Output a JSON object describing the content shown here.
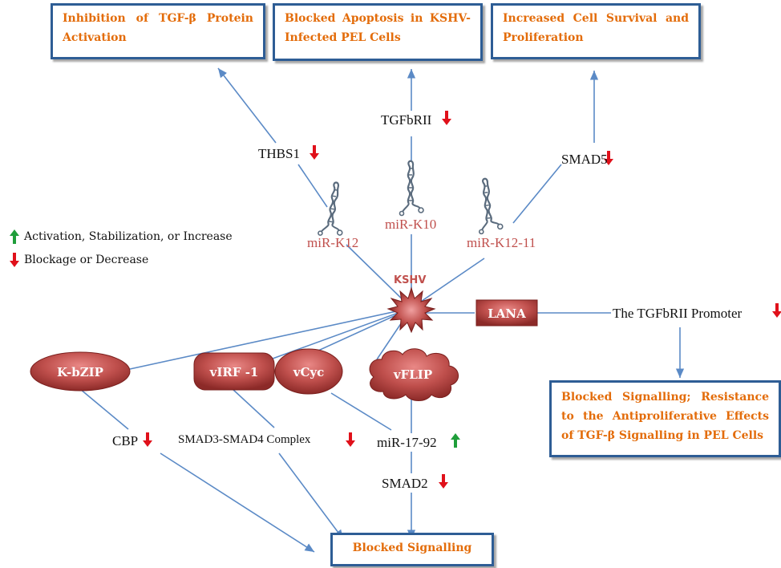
{
  "outcome_boxes": {
    "tgf_inhibition": "Inhibition of TGF-β Protein Activation",
    "blocked_apoptosis": "Blocked Apoptosis in KSHV-Infected PEL Cells",
    "cell_survival": "Increased Cell Survival and Proliferation",
    "resistance": "Blocked Signalling; Resistance to the Antiproliferative Effects of TGF-β Signalling in PEL Cells",
    "blocked_signalling": "Blocked Signalling"
  },
  "targets": {
    "thbs1": "THBS1",
    "tgfbrii": "TGFbRII",
    "smad5": "SMAD5",
    "promoter": "The TGFbRII Promoter",
    "cbp": "CBP",
    "smad3_smad4": "SMAD3-SMAD4  Complex",
    "mir_17_92": "miR-17-92",
    "smad2": "SMAD2"
  },
  "mirnas": {
    "k12": "miR-K12",
    "k10": "miR-K10",
    "k12_11": "miR-K12-11"
  },
  "center": {
    "kshv": "KSHV"
  },
  "viral_proteins": {
    "lana": "LANA",
    "kbzip": "K-bZIP",
    "virf1": "vIRF -1",
    "vcyc": "vCyc",
    "vflip": "vFLIP"
  },
  "legend": {
    "increase": "Activation, Stabilization, or Increase",
    "decrease": "Blockage or Decrease"
  },
  "colors": {
    "arrow_down": "#e0101a",
    "arrow_up": "#1f9e3a",
    "box_border": "#2e5d95",
    "box_text": "#e36c0a",
    "connector": "#5b8ac6",
    "mirna_text": "#c0504d",
    "protein_fill": "#c0504d"
  }
}
